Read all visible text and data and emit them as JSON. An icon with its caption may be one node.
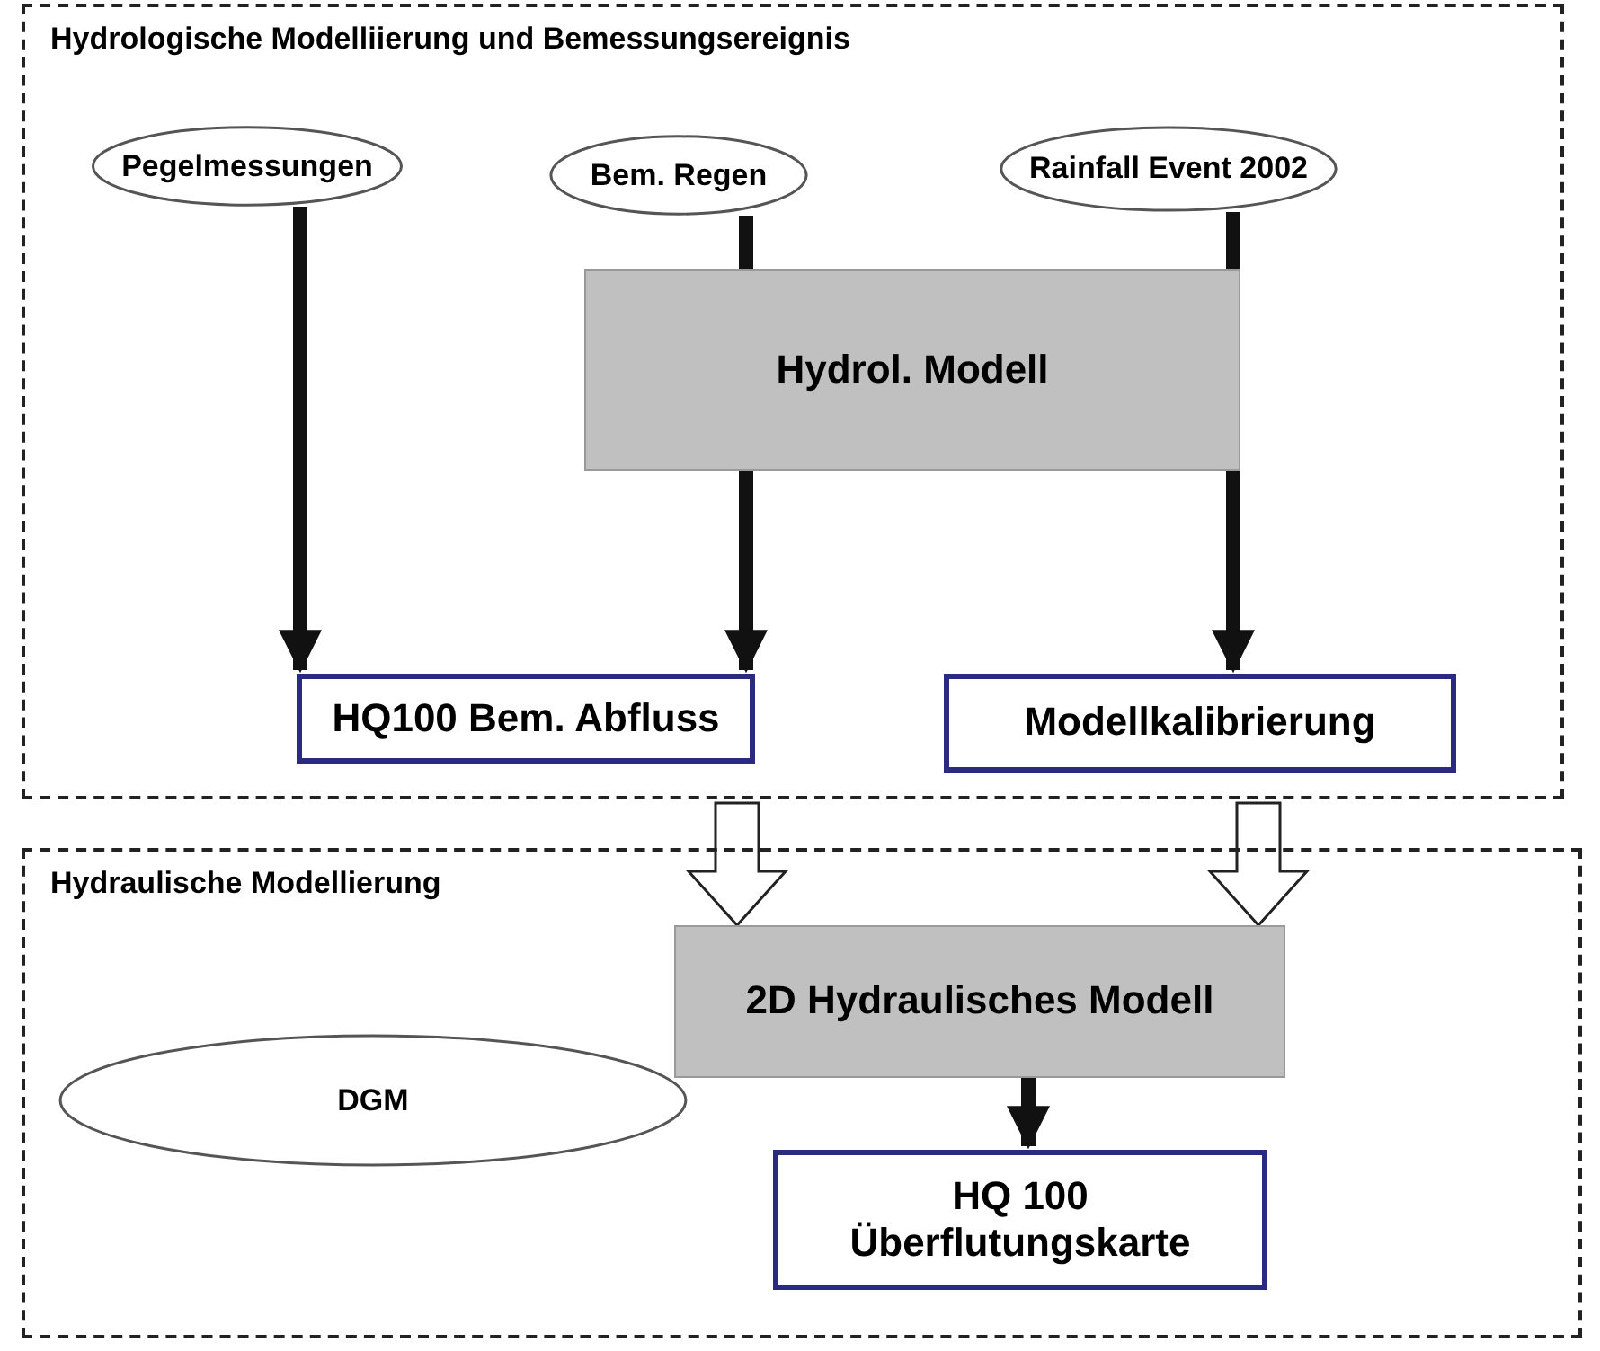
{
  "diagram": {
    "nodes": [
      {
        "text": [
          "Hydrologische Modelliierung und Bemessungsereignis"
        ]
      },
      {
        "text": [
          "Pegelmessungen"
        ],
        "in": 0
      },
      {
        "text": [
          "Bem. Regen"
        ],
        "in": 0
      },
      {
        "text": [
          "Rainfall Event 2002"
        ],
        "in": 0
      },
      {
        "text": [
          "Hydrol. Modell"
        ],
        "in": 0
      },
      {
        "text": [
          "HQ100 Bem. Abfluss"
        ],
        "in": 0
      },
      {
        "text": [
          "Modellkalibrierung"
        ],
        "in": 0
      },
      {
        "text": [
          "Hydraulische Modellierung"
        ]
      },
      {
        "text": [
          "2D Hydraulisches Modell"
        ],
        "in": 7
      },
      {
        "text": [
          "DGM"
        ],
        "in": 7
      },
      {
        "text": [
          "HQ 100 Überflutungskarte"
        ],
        "in": 7
      }
    ],
    "edges": [
      {
        "from": 1,
        "to": 5,
        "arrow": "to"
      },
      {
        "from": 2,
        "to": 4,
        "arrow": "none"
      },
      {
        "from": 4,
        "to": 5,
        "arrow": "to"
      },
      {
        "from": 3,
        "to": 4,
        "arrow": "none"
      },
      {
        "from": 4,
        "to": 6,
        "arrow": "to"
      },
      {
        "from": 5,
        "to": 8,
        "arrow": "to",
        "style": "thick"
      },
      {
        "from": 6,
        "to": 8,
        "arrow": "to",
        "style": "thick"
      },
      {
        "from": 8,
        "to": 10,
        "arrow": "to"
      }
    ]
  }
}
